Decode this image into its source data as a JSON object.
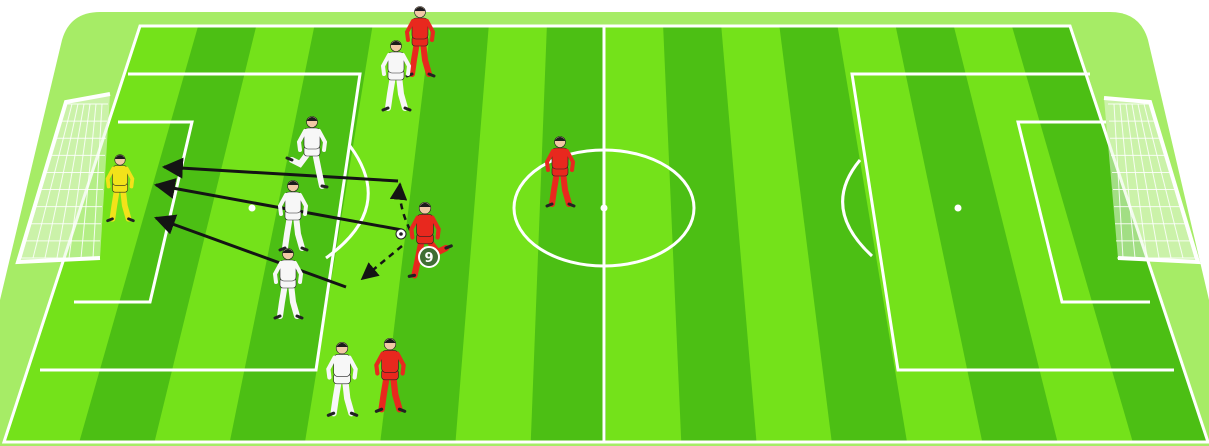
{
  "diagram": {
    "type": "soccer-tactics-drill",
    "colors": {
      "grass_light": "#74e21a",
      "grass_dark": "#4cbf14",
      "border": "#a6ec66",
      "lines": "#ffffff",
      "attacker": "#e8281e",
      "defender": "#f7f7f7",
      "goalkeeper": "#f2e21a",
      "arrow": "#141414",
      "badge": "#3f6e34"
    },
    "badge_label": "9",
    "players": [
      {
        "team": "attacker",
        "role": "striker-9"
      },
      {
        "team": "attacker",
        "role": "forward-top"
      },
      {
        "team": "attacker",
        "role": "midfielder-center"
      },
      {
        "team": "attacker",
        "role": "forward-bottom"
      },
      {
        "team": "defender",
        "role": "defender-top"
      },
      {
        "team": "defender",
        "role": "defender-kicking"
      },
      {
        "team": "defender",
        "role": "defender-mid"
      },
      {
        "team": "defender",
        "role": "defender-low"
      },
      {
        "team": "defender",
        "role": "defender-bottom"
      },
      {
        "team": "goalkeeper",
        "role": "goalkeeper"
      }
    ],
    "movements": [
      {
        "kind": "shot",
        "style": "solid-arrow",
        "from": "dribble-point-top",
        "to": "goal-upper"
      },
      {
        "kind": "shot",
        "style": "solid-arrow",
        "from": "striker",
        "to": "goal-center"
      },
      {
        "kind": "shot",
        "style": "solid-arrow",
        "from": "dribble-point-bottom",
        "to": "goal-lower"
      },
      {
        "kind": "dribble",
        "style": "dashed-arrow",
        "from": "striker",
        "to": "dribble-point-top"
      },
      {
        "kind": "dribble",
        "style": "dashed-arrow",
        "from": "striker",
        "to": "dribble-point-bottom"
      }
    ]
  }
}
